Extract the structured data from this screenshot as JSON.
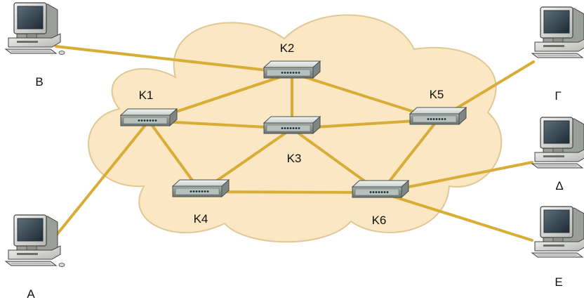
{
  "diagram": {
    "colors": {
      "cloud_fill": "#fbe7c4",
      "cloud_stroke": "#e0c894",
      "link": "#d7ad36"
    },
    "nodes": {
      "k1": {
        "label": "K1",
        "type": "switch"
      },
      "k2": {
        "label": "K2",
        "type": "switch"
      },
      "k3": {
        "label": "K3",
        "type": "switch"
      },
      "k4": {
        "label": "K4",
        "type": "switch"
      },
      "k5": {
        "label": "K5",
        "type": "switch"
      },
      "k6": {
        "label": "K6",
        "type": "switch"
      },
      "a": {
        "label": "A",
        "type": "computer"
      },
      "b": {
        "label": "B",
        "type": "computer"
      },
      "g": {
        "label": "Γ",
        "type": "computer"
      },
      "d": {
        "label": "Δ",
        "type": "computer"
      },
      "e": {
        "label": "E",
        "type": "computer"
      }
    },
    "links": [
      [
        "b",
        "k2"
      ],
      [
        "a",
        "k1"
      ],
      [
        "g",
        "k5"
      ],
      [
        "d",
        "k6"
      ],
      [
        "e",
        "k6"
      ],
      [
        "k1",
        "k2"
      ],
      [
        "k1",
        "k3"
      ],
      [
        "k1",
        "k4"
      ],
      [
        "k2",
        "k3"
      ],
      [
        "k2",
        "k5"
      ],
      [
        "k3",
        "k5"
      ],
      [
        "k3",
        "k4"
      ],
      [
        "k3",
        "k6"
      ],
      [
        "k4",
        "k6"
      ],
      [
        "k5",
        "k6"
      ]
    ]
  }
}
